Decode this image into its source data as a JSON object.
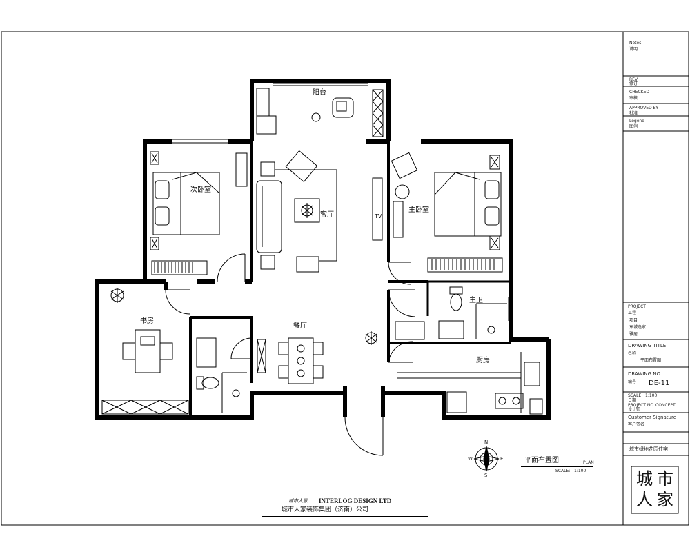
{
  "rooms": {
    "balcony": "阳台",
    "second_bedroom": "次卧室",
    "living_room": "客厅",
    "tv": "TV",
    "master_bedroom": "主卧室",
    "study": "书房",
    "dining_room": "餐厅",
    "master_bath": "主卫",
    "kitchen": "厨房"
  },
  "title_block": {
    "notes_label": "Notes",
    "notes_cn": "说明",
    "rev_label": "REV",
    "rev_cn": "修订",
    "checked_label": "CHECKED",
    "checked_cn": "审核",
    "approved_label": "APPROVED BY",
    "approved_cn": "批准",
    "legend_label": "Legend",
    "legend_cn": "图例",
    "project_label": "PROJECT",
    "project_cn": "工程",
    "project_value_1": "项目",
    "project_value_2": "东城逸家",
    "project_value_3": "雅居",
    "drawing_title_label": "DRAWING TITLE",
    "drawing_title_cn": "名称",
    "drawing_title_value": "平面布置图",
    "drawing_no_label": "DRAWING NO.",
    "drawing_no_cn": "编号",
    "drawing_no_value": "DE-11",
    "scale_label": "SCALE",
    "scale_value": "1:100",
    "date_label": "日期",
    "project_no_label": "PROJECT NO.",
    "project_no_value": "CONCEPT",
    "designer_label": "设计师",
    "customer_signature_label": "Customer Signature",
    "customer_signature_cn": "客户签名",
    "city_tagline": "城市绿地花园住宅",
    "seal_chars": [
      "城",
      "市",
      "人",
      "家"
    ]
  },
  "plan_title": {
    "title": "平面布置图",
    "plan_tag": "PLAN",
    "scale_label": "SCALE:",
    "scale_value": "1:100"
  },
  "compass": {
    "n": "N",
    "e": "E",
    "s": "S",
    "w": "W"
  },
  "company": {
    "logo_text": "城市人家",
    "name_en": "INTERLOG DESIGN LTD",
    "name_cn": "城市人家装饰集团（济南）公司"
  }
}
